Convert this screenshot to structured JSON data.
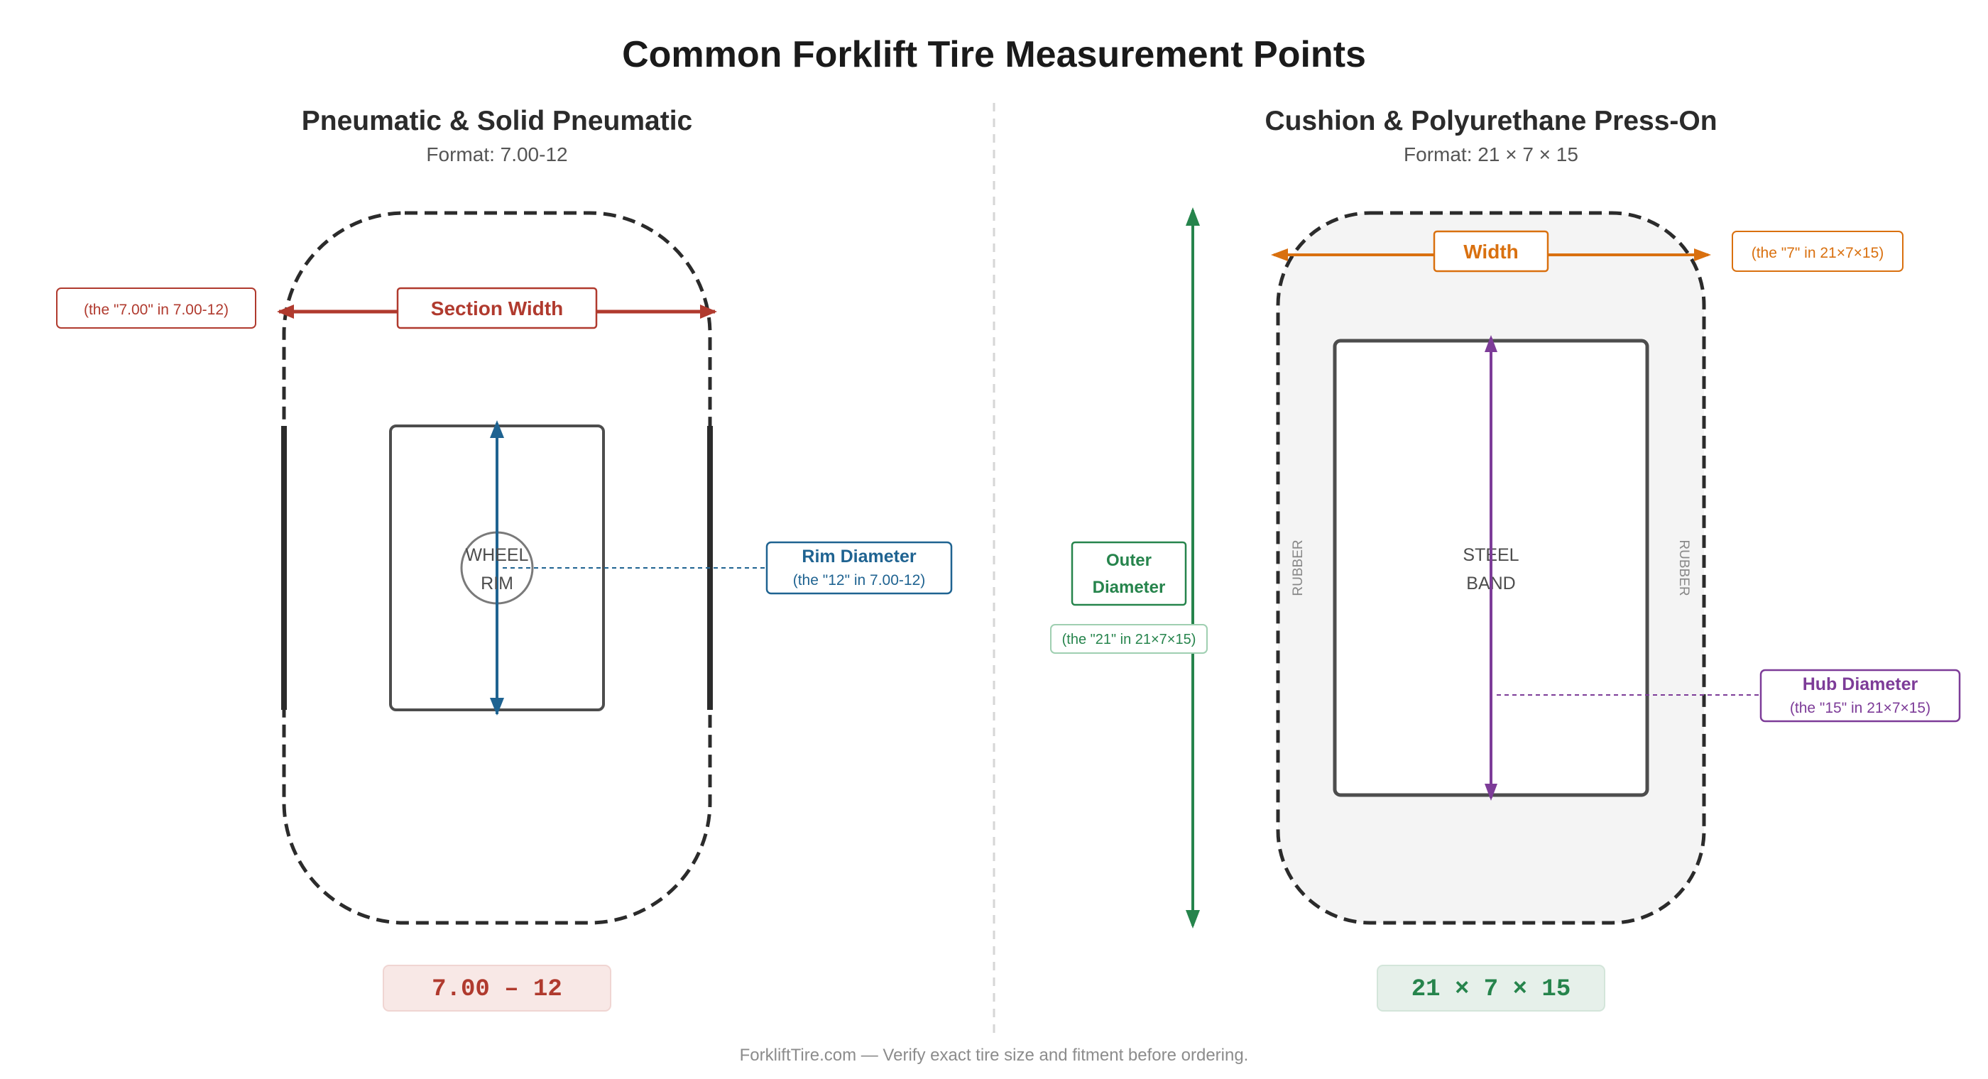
{
  "title": "Common Forklift Tire Measurement Points",
  "footer": "ForkliftTire.com — Verify exact tire size and fitment before ordering.",
  "colors": {
    "red": "#b03a2e",
    "blue": "#1f6391",
    "green": "#26844c",
    "orange": "#d9700f",
    "purple": "#7d3c98",
    "outline": "#2b2b2b"
  },
  "left": {
    "heading": "Pneumatic & Solid Pneumatic",
    "format": "Format: 7.00-12",
    "section_width_label": "Section Width",
    "section_width_note": "(the \"7.00\" in 7.00-12)",
    "wheel_label_line1": "WHEEL",
    "wheel_label_line2": "RIM",
    "rim_diameter_label": "Rim Diameter",
    "rim_diameter_note": "(the \"12\" in 7.00-12)",
    "size_badge": "7.00 – 12"
  },
  "right": {
    "heading": "Cushion & Polyurethane Press-On",
    "format": "Format: 21 × 7 × 15",
    "width_label": "Width",
    "width_note": "(the \"7\" in 21×7×15)",
    "outer_diameter_line1": "Outer",
    "outer_diameter_line2": "Diameter",
    "outer_diameter_note": "(the \"21\" in 21×7×15)",
    "rubber_left": "RUBBER",
    "rubber_right": "RUBBER",
    "band_line1": "STEEL",
    "band_line2": "BAND",
    "hub_diameter_label": "Hub Diameter",
    "hub_diameter_note": "(the \"15\" in 21×7×15)",
    "size_badge": "21 × 7 × 15"
  }
}
